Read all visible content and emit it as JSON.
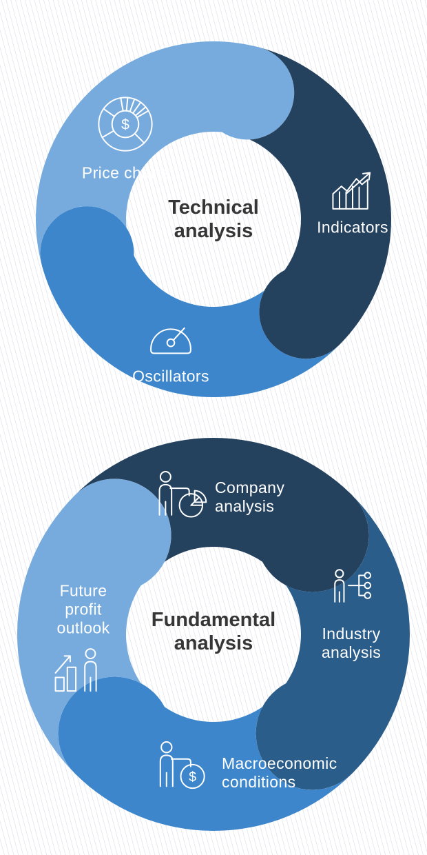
{
  "glyphs": {
    "dollar": "$"
  },
  "colors": {
    "hatch_line": "#e8eaee",
    "title_text": "#363636",
    "label_text": "#ffffff",
    "light_blue": "#77abde",
    "mid_blue": "#3d86cb",
    "steel_blue": "#2b5d8a",
    "navy": "#24415e"
  },
  "diagrams": [
    {
      "name": "technical-analysis",
      "title": "Technical\nanalysis",
      "segments": [
        {
          "label": "Price charts",
          "icon": "donut-dollar",
          "color": "#77abde",
          "head_angle": -75
        },
        {
          "label": "Indicators",
          "icon": "growth-chart",
          "color": "#24415e",
          "head_angle": 45
        },
        {
          "label": "Oscillators",
          "icon": "gauge",
          "color": "#3d86cb",
          "head_angle": 165
        }
      ]
    },
    {
      "name": "fundamental-analysis",
      "title": "Fundamental\nanalysis",
      "segments": [
        {
          "label": "Company\nanalysis",
          "icon": "person-pie",
          "color": "#24415e",
          "head_angle": -45
        },
        {
          "label": "Industry\nanalysis",
          "icon": "person-hierarchy",
          "color": "#2b5d8a",
          "head_angle": 45
        },
        {
          "label": "Macroeconomic\nconditions",
          "icon": "person-dollar",
          "color": "#3d86cb",
          "head_angle": 135
        },
        {
          "label": "Future\nprofit\noutlook",
          "icon": "person-growth",
          "color": "#77abde",
          "head_angle": -135
        }
      ]
    }
  ]
}
